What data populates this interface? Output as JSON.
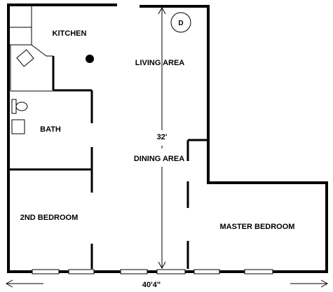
{
  "floor_plan": {
    "rooms": {
      "kitchen": "KITCHEN",
      "living": "LIVING AREA",
      "bath": "BATH",
      "dining": "DINING AREA",
      "second_bedroom": "2ND BEDROOM",
      "master_bedroom": "MASTER BEDROOM"
    },
    "appliance_label": "D",
    "dimensions": {
      "height": "32'",
      "width": "40'4\""
    }
  }
}
